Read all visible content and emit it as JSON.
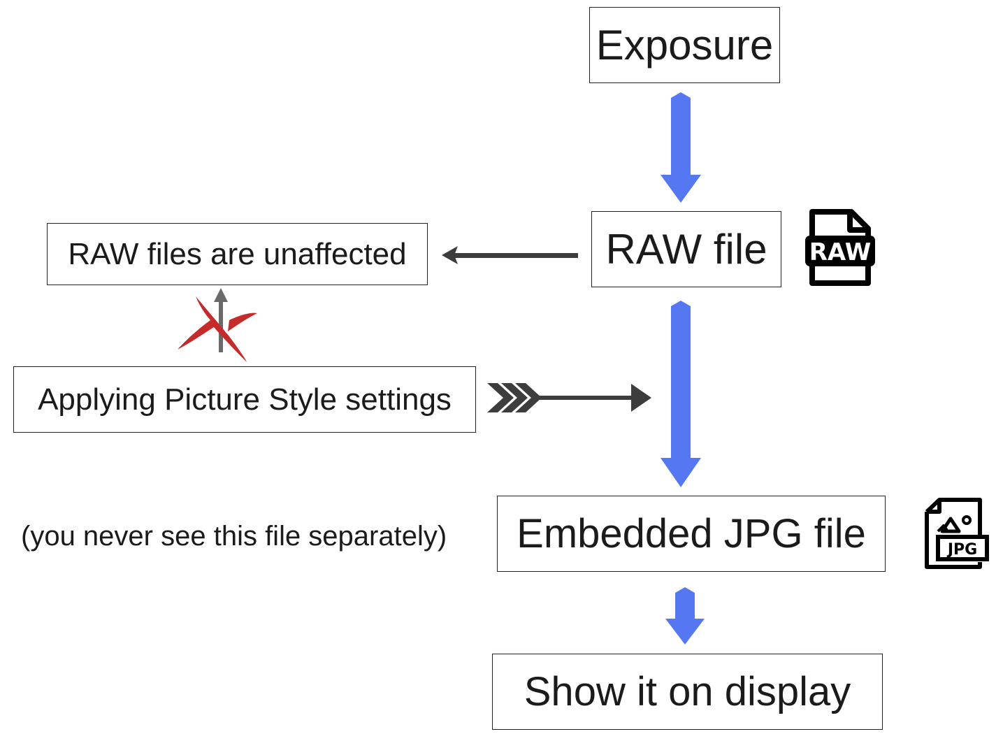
{
  "nodes": {
    "exposure": "Exposure",
    "raw_file": "RAW file",
    "raw_unaffected": "RAW files are unaffected",
    "picture_style": "Applying Picture Style settings",
    "embedded_jpg": "Embedded JPG file",
    "show_display": "Show it on display"
  },
  "note": "(you never see this file separately)",
  "icons": {
    "raw_icon_text": "RAW",
    "jpg_icon_text": "JPG"
  },
  "colors": {
    "flow_arrow": "#5577f2",
    "side_arrow": "#3d3d3d",
    "cross_mark": "#c62b2b"
  }
}
